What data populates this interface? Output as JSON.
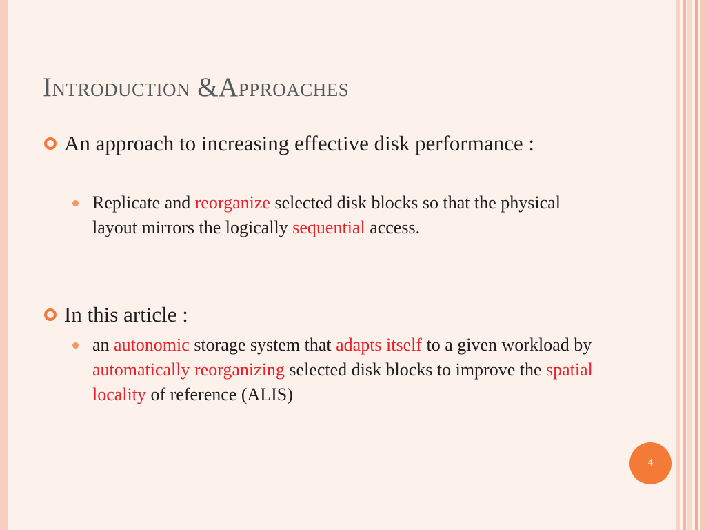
{
  "slide": {
    "title": "Introduction &Approaches",
    "page_number": "4"
  },
  "bullets": [
    {
      "text": "An approach to increasing effective disk performance :",
      "sub": {
        "parts": [
          "Replicate and ",
          "reorganize",
          " selected disk blocks so that the physical layout mirrors the logically ",
          "sequential",
          " access."
        ]
      }
    },
    {
      "text": "In this article :",
      "sub": {
        "parts": [
          "an ",
          "autonomic",
          " storage system that ",
          "adapts itself",
          " to a given workload by ",
          "automatically reorganizing",
          " selected disk blocks to improve the ",
          "spatial locality",
          " of reference (ALIS)"
        ]
      }
    }
  ],
  "colors": {
    "highlight": "#e8222a",
    "accent": "#f47a38",
    "title": "#555a5a"
  }
}
